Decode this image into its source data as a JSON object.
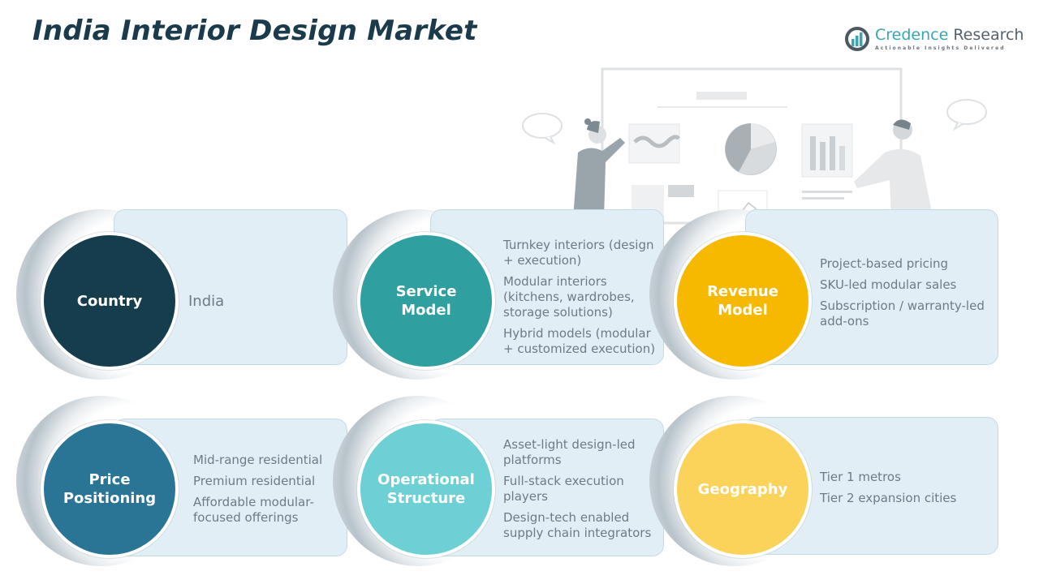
{
  "header": {
    "title": "India Interior Design Market"
  },
  "logo": {
    "name_part1": "Credence",
    "name_part2": " Research",
    "tagline": "Actionable Insights Delivered",
    "colors": {
      "teal": "#3aa5b0",
      "gray": "#55626b"
    }
  },
  "segments": [
    {
      "label": "Country",
      "color": "#163d4d",
      "items": [
        "India"
      ]
    },
    {
      "label": "Service Model",
      "color": "#2f9f9f",
      "items": [
        "Turnkey interiors (design + execution)",
        "Modular interiors (kitchens, wardrobes, storage solutions)",
        "Hybrid models (modular + customized execution)"
      ]
    },
    {
      "label": "Revenue Model",
      "color": "#f7b800",
      "items": [
        "Project-based pricing",
        "SKU-led modular sales",
        "Subscription / warranty-led add-ons"
      ]
    },
    {
      "label": "Price Positioning",
      "color": "#2a7596",
      "items": [
        "Mid-range residential",
        "Premium residential",
        "Affordable modular-focused offerings"
      ]
    },
    {
      "label": "Operational Structure",
      "color": "#6dd0d4",
      "items": [
        "Asset-light design-led platforms",
        "Full-stack execution players",
        "Design-tech enabled supply chain integrators"
      ]
    },
    {
      "label": "Geography",
      "color": "#fbd35a",
      "items": [
        "Tier 1 metros",
        "Tier 2 expansion cities"
      ]
    }
  ],
  "colors": {
    "title": "#1b3a4b",
    "card_bg": "#e2eef6",
    "item_text": "#6e7a85"
  }
}
